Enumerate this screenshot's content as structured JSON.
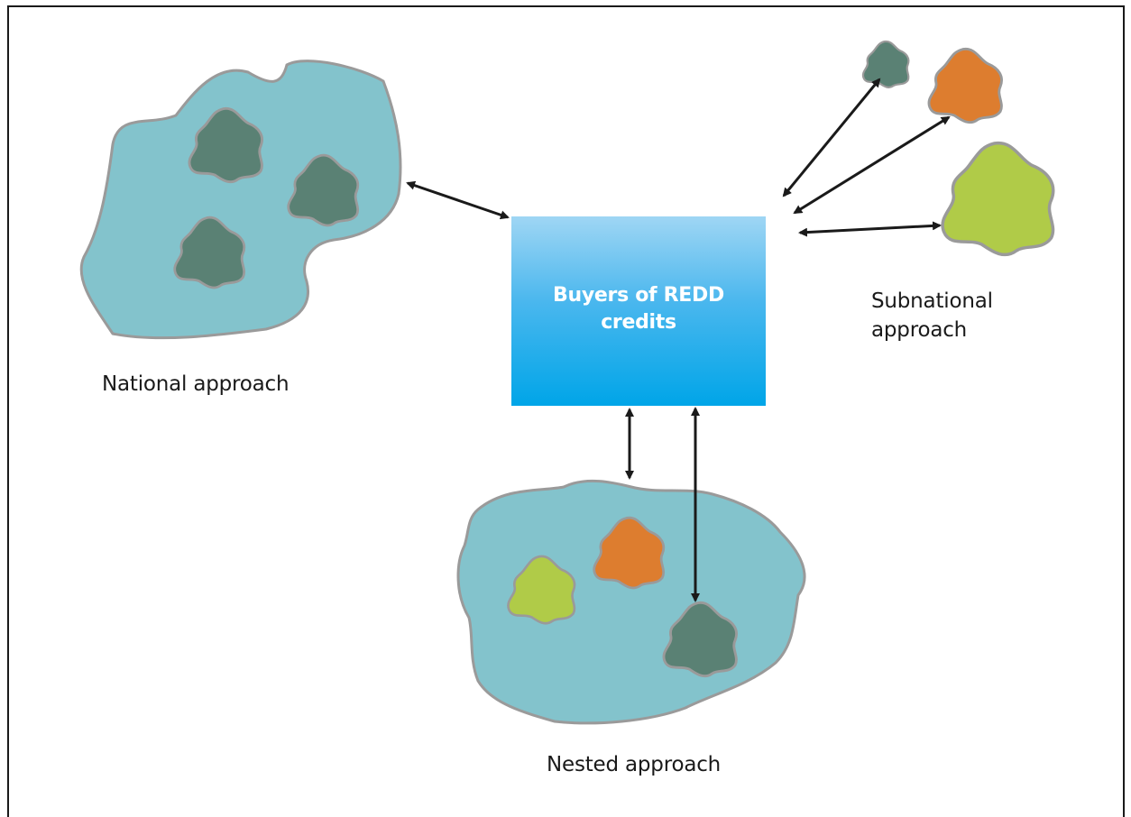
{
  "central_box": {
    "label": "Buyers of REDD credits",
    "gradient_top": "#9fd6f4",
    "gradient_bottom": "#00a5e8"
  },
  "captions": {
    "national": "National approach",
    "subnational_line1": "Subnational",
    "subnational_line2": "approach",
    "nested": "Nested approach"
  },
  "colors": {
    "territory_fill": "#83c3cc",
    "territory_stroke": "#9a9a9a",
    "project_dark": "#5a8174",
    "project_orange": "#dd7d2f",
    "project_lime": "#b0cb48",
    "arrow": "#1a1a1a"
  }
}
